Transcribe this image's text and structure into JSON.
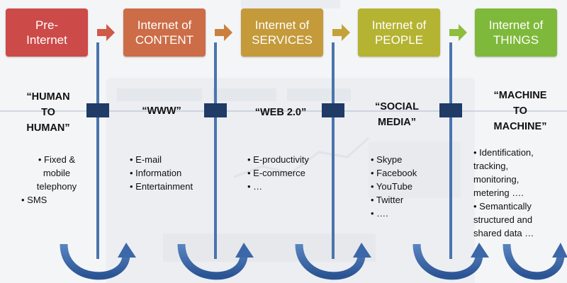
{
  "stages": [
    {
      "title_lines": [
        "Pre-",
        "Internet"
      ],
      "color": "#cc4a48",
      "quote_lines": [
        "“HUMAN",
        "TO",
        "HUMAN”"
      ],
      "bullets": [
        "• Fixed  &",
        "mobile",
        "telephony",
        "• SMS"
      ]
    },
    {
      "title_lines": [
        "Internet of",
        "CONTENT"
      ],
      "color": "#cc6d48",
      "quote_lines": [
        "“WWW”"
      ],
      "bullets": [
        "• E-mail",
        "• Information",
        "• Entertainment"
      ]
    },
    {
      "title_lines": [
        "Internet of",
        "SERVICES"
      ],
      "color": "#c49a3a",
      "quote_lines": [
        "“WEB 2.0”"
      ],
      "bullets": [
        "• E-productivity",
        "• E-commerce",
        "• …"
      ]
    },
    {
      "title_lines": [
        "Internet of",
        "PEOPLE"
      ],
      "color": "#b5b332",
      "quote_lines": [
        "“SOCIAL",
        "MEDIA”"
      ],
      "bullets": [
        "• Skype",
        "• Facebook",
        "• YouTube",
        "• Twitter",
        "•  …."
      ]
    },
    {
      "title_lines": [
        "Internet of",
        "THINGS"
      ],
      "color": "#7fb93b",
      "quote_lines": [
        "“MACHINE",
        "TO",
        "MACHINE”"
      ],
      "bullets": [
        "• Identification, tracking, monitoring, metering ….",
        "• Semantically structured and shared data …"
      ]
    }
  ],
  "colors": {
    "line": "#4a74ad",
    "connector": "#1f3b66",
    "arrow_1": "#cf5a47",
    "arrow_2": "#c9803f",
    "arrow_3": "#c4a23a",
    "arrow_4": "#8fbd3d"
  }
}
